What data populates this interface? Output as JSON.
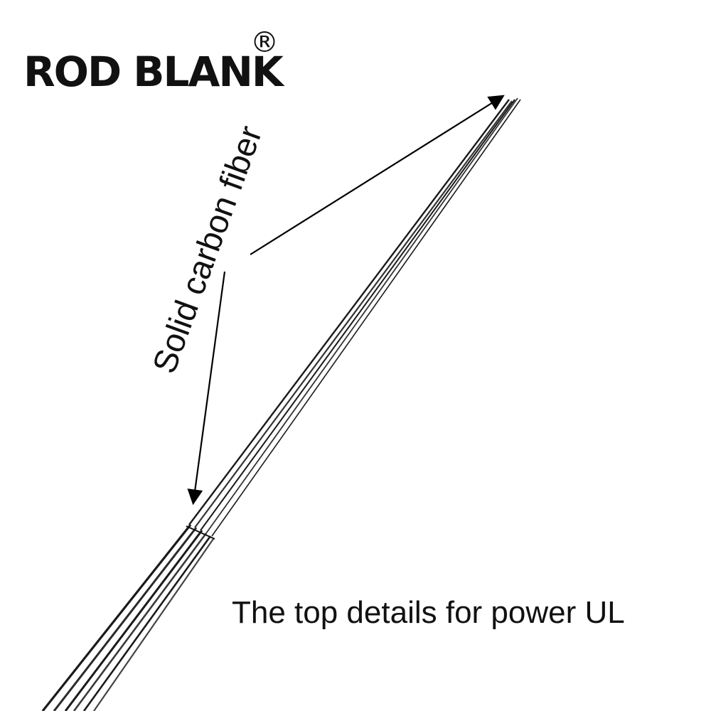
{
  "brand": {
    "title": "ROD BLANK",
    "registered_mark": "®"
  },
  "annotation": {
    "material_label": "Solid carbon fiber"
  },
  "caption": {
    "text": "The top details for power UL"
  },
  "colors": {
    "background": "#ffffff",
    "text": "#111111",
    "rod": "#1a1a1a",
    "arrow": "#000000"
  }
}
